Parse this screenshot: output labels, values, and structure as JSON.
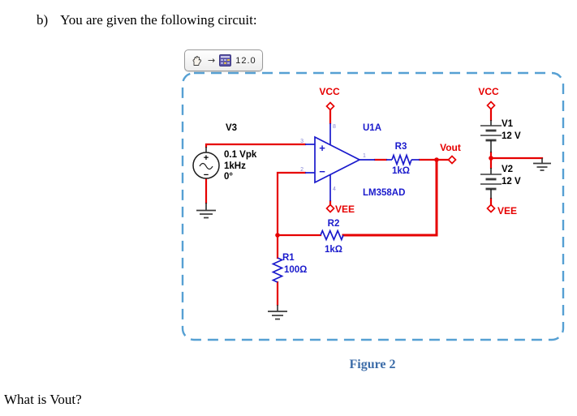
{
  "document": {
    "question_label": "b)",
    "question_text": "You are given the following circuit:",
    "figure_caption": "Figure 2",
    "followup_question": "What is Vout?"
  },
  "toolbar": {
    "hand_icon": "pan-hand",
    "arrow": "→",
    "grapher_icon": "grapher-grid",
    "value": "12.0"
  },
  "circuit": {
    "source": {
      "ref": "V3",
      "amplitude": "0.1 Vpk",
      "frequency": "1kHz",
      "phase": "0°",
      "plus": "+",
      "minus": "−"
    },
    "opamp": {
      "ref": "U1A",
      "part": "LM358AD",
      "plus": "+",
      "minus": "−",
      "pin_noninv": "3",
      "pin_inv": "2",
      "pin_out": "1",
      "pin_vplus": "8",
      "pin_vminus": "4"
    },
    "r1": {
      "ref": "R1",
      "value": "100Ω"
    },
    "r2": {
      "ref": "R2",
      "value": "1kΩ"
    },
    "r3": {
      "ref": "R3",
      "value": "1kΩ"
    },
    "v1": {
      "ref": "V1",
      "value": "12 V"
    },
    "v2": {
      "ref": "V2",
      "value": "12 V"
    },
    "labels": {
      "vcc_opamp": "VCC",
      "vee_opamp": "VEE",
      "vcc_supply": "VCC",
      "vee_supply": "VEE",
      "vout": "Vout"
    }
  },
  "colors": {
    "wire_red": "#e60000",
    "component_blue": "#1a1acc",
    "net_label_red": "#e60000",
    "dashed_border_blue": "#56a0d3",
    "caption_blue": "#3c6ca8"
  }
}
